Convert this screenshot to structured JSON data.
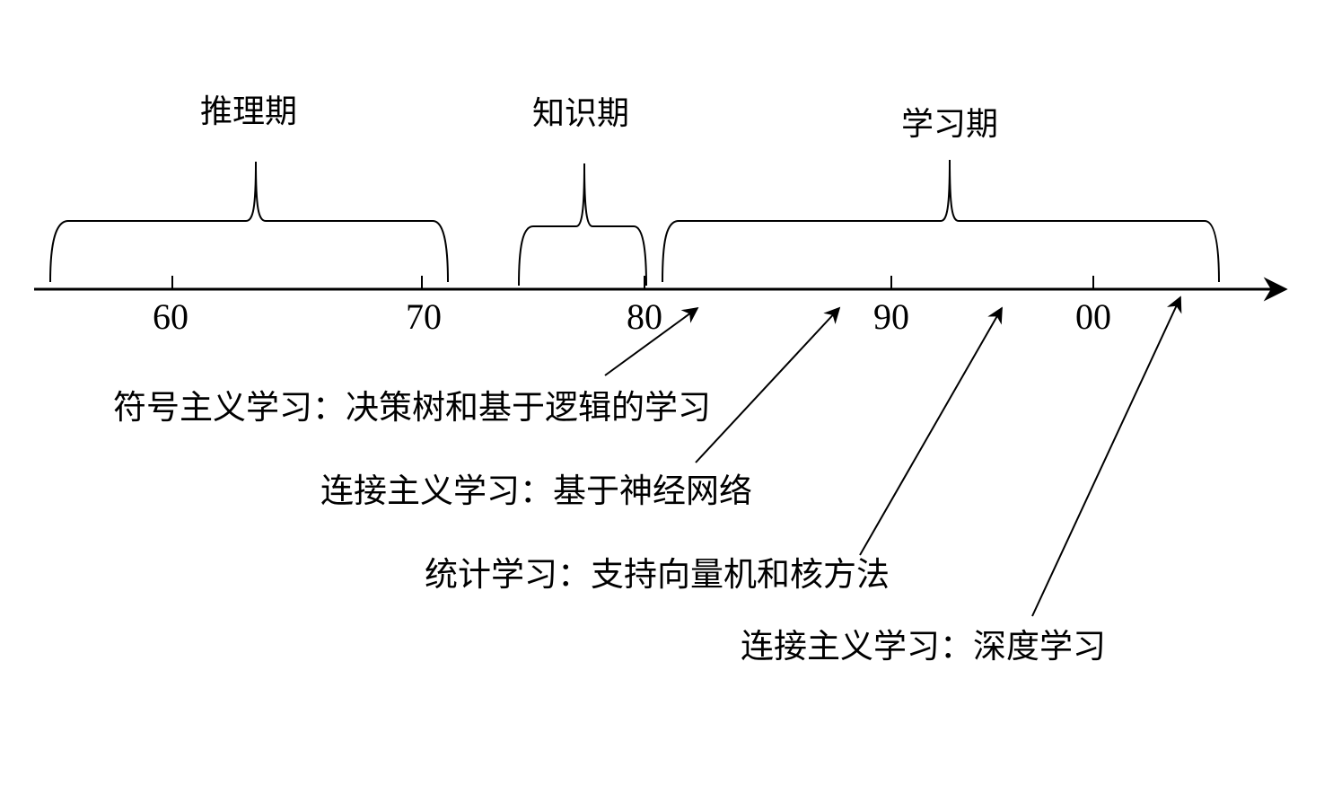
{
  "periods": [
    {
      "label": "推理期"
    },
    {
      "label": "知识期"
    },
    {
      "label": "学习期"
    }
  ],
  "timeline": {
    "ticks": [
      "60",
      "70",
      "80",
      "90",
      "00"
    ]
  },
  "paradigms": [
    {
      "label": "符号主义学习：决策树和基于逻辑的学习"
    },
    {
      "label": "连接主义学习：基于神经网络"
    },
    {
      "label": "统计学习：支持向量机和核方法"
    },
    {
      "label": "连接主义学习：深度学习"
    }
  ]
}
